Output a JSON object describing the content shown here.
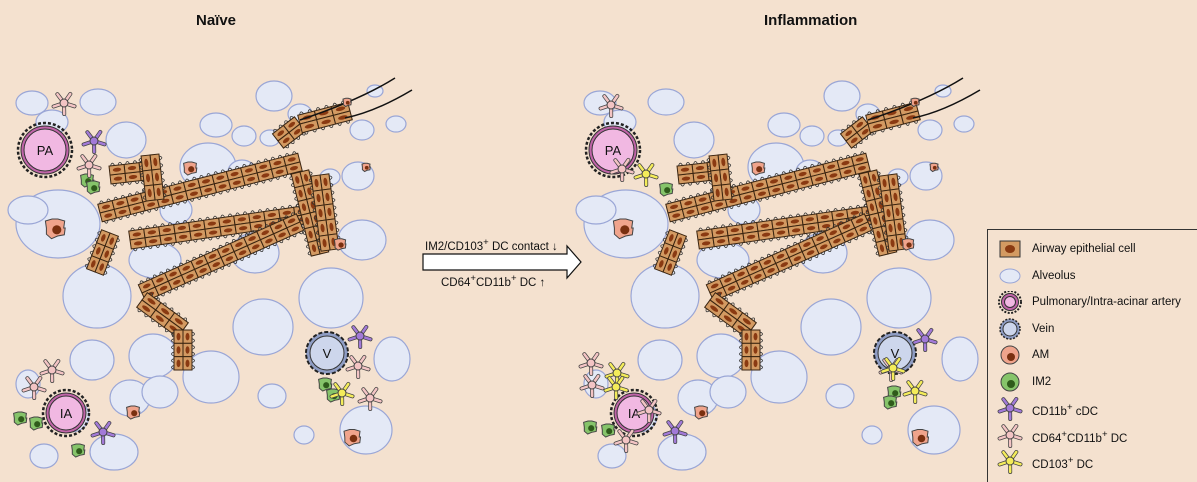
{
  "panels": {
    "naive_title": "Naïve",
    "inflammation_title": "Inflammation"
  },
  "labels": {
    "pa": "PA",
    "ia": "IA",
    "v": "V"
  },
  "arrow": {
    "top_html": "IM2/CD103<sup>+</sup> DC contact ↓",
    "bottom_html": "CD64<sup>+</sup>CD11b<sup>+</sup> DC ↑"
  },
  "legend": [
    {
      "key": "airway",
      "html": "Airway epithelial cell"
    },
    {
      "key": "alveolus",
      "html": "Alveolus"
    },
    {
      "key": "artery",
      "html": "Pulmonary/Intra-acinar artery"
    },
    {
      "key": "vein",
      "html": "Vein"
    },
    {
      "key": "am",
      "html": "AM"
    },
    {
      "key": "im2",
      "html": "IM2"
    },
    {
      "key": "cd11b",
      "html": "CD11b<sup>+</sup> cDC"
    },
    {
      "key": "cd64",
      "html": "CD64<sup>+</sup>CD11b<sup>+</sup> DC"
    },
    {
      "key": "cd103",
      "html": "CD103<sup>+</sup> DC"
    }
  ],
  "colors": {
    "background": "#f4e1cf",
    "alveolus_fill": "#e4e9f6",
    "alveolus_stroke": "#9aa6d6",
    "epithelial_fill": "#d39a62",
    "epithelial_nucleus": "#8a3a12",
    "artery_fill": "#f1b8e2",
    "artery_ring": "#c064a8",
    "vein_fill": "#cdd6ec",
    "am_fill": "#f0a48c",
    "im2_fill": "#86c46a",
    "cd11b_fill": "#a27ad8",
    "cd64_fill": "#f3c4c4",
    "cd103_fill": "#f4ec5a"
  }
}
